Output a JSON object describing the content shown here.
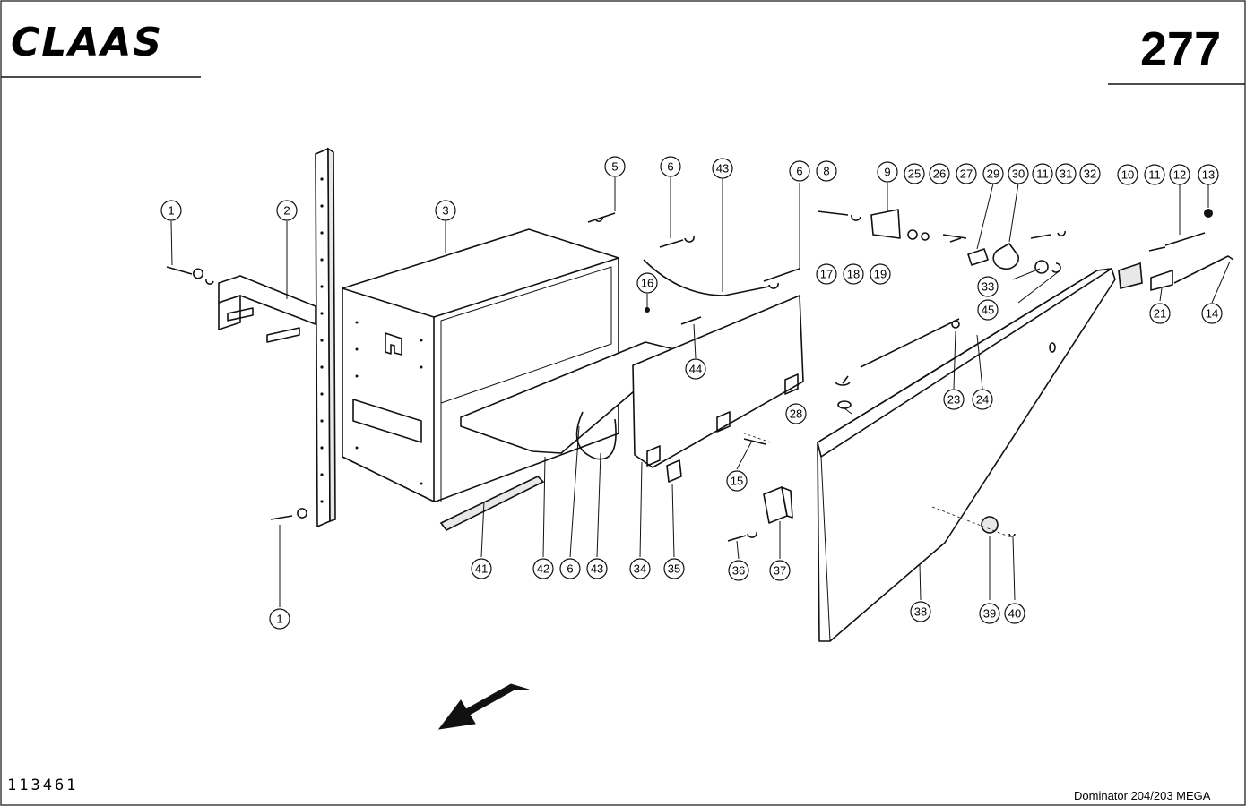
{
  "header": {
    "logo_text": "CLAAS",
    "page_number": "277"
  },
  "footer": {
    "document_number": "113461",
    "model": "Dominator 204/203 MEGA"
  },
  "callouts": [
    {
      "label": "1"
    },
    {
      "label": "2"
    },
    {
      "label": "3"
    },
    {
      "label": "5"
    },
    {
      "label": "6"
    },
    {
      "label": "43"
    },
    {
      "label": "6"
    },
    {
      "label": "8"
    },
    {
      "label": "9"
    },
    {
      "label": "25"
    },
    {
      "label": "26"
    },
    {
      "label": "27"
    },
    {
      "label": "29"
    },
    {
      "label": "30"
    },
    {
      "label": "11"
    },
    {
      "label": "31"
    },
    {
      "label": "32"
    },
    {
      "label": "10"
    },
    {
      "label": "11"
    },
    {
      "label": "12"
    },
    {
      "label": "13"
    },
    {
      "label": "16"
    },
    {
      "label": "17"
    },
    {
      "label": "18"
    },
    {
      "label": "19"
    },
    {
      "label": "33"
    },
    {
      "label": "45"
    },
    {
      "label": "21"
    },
    {
      "label": "14"
    },
    {
      "label": "44"
    },
    {
      "label": "28"
    },
    {
      "label": "23"
    },
    {
      "label": "24"
    },
    {
      "label": "15"
    },
    {
      "label": "41"
    },
    {
      "label": "42"
    },
    {
      "label": "6"
    },
    {
      "label": "43"
    },
    {
      "label": "34"
    },
    {
      "label": "35"
    },
    {
      "label": "36"
    },
    {
      "label": "37"
    },
    {
      "label": "38"
    },
    {
      "label": "39"
    },
    {
      "label": "40"
    },
    {
      "label": "1"
    }
  ],
  "icons": {
    "direction_arrow": "direction-arrow-icon"
  }
}
